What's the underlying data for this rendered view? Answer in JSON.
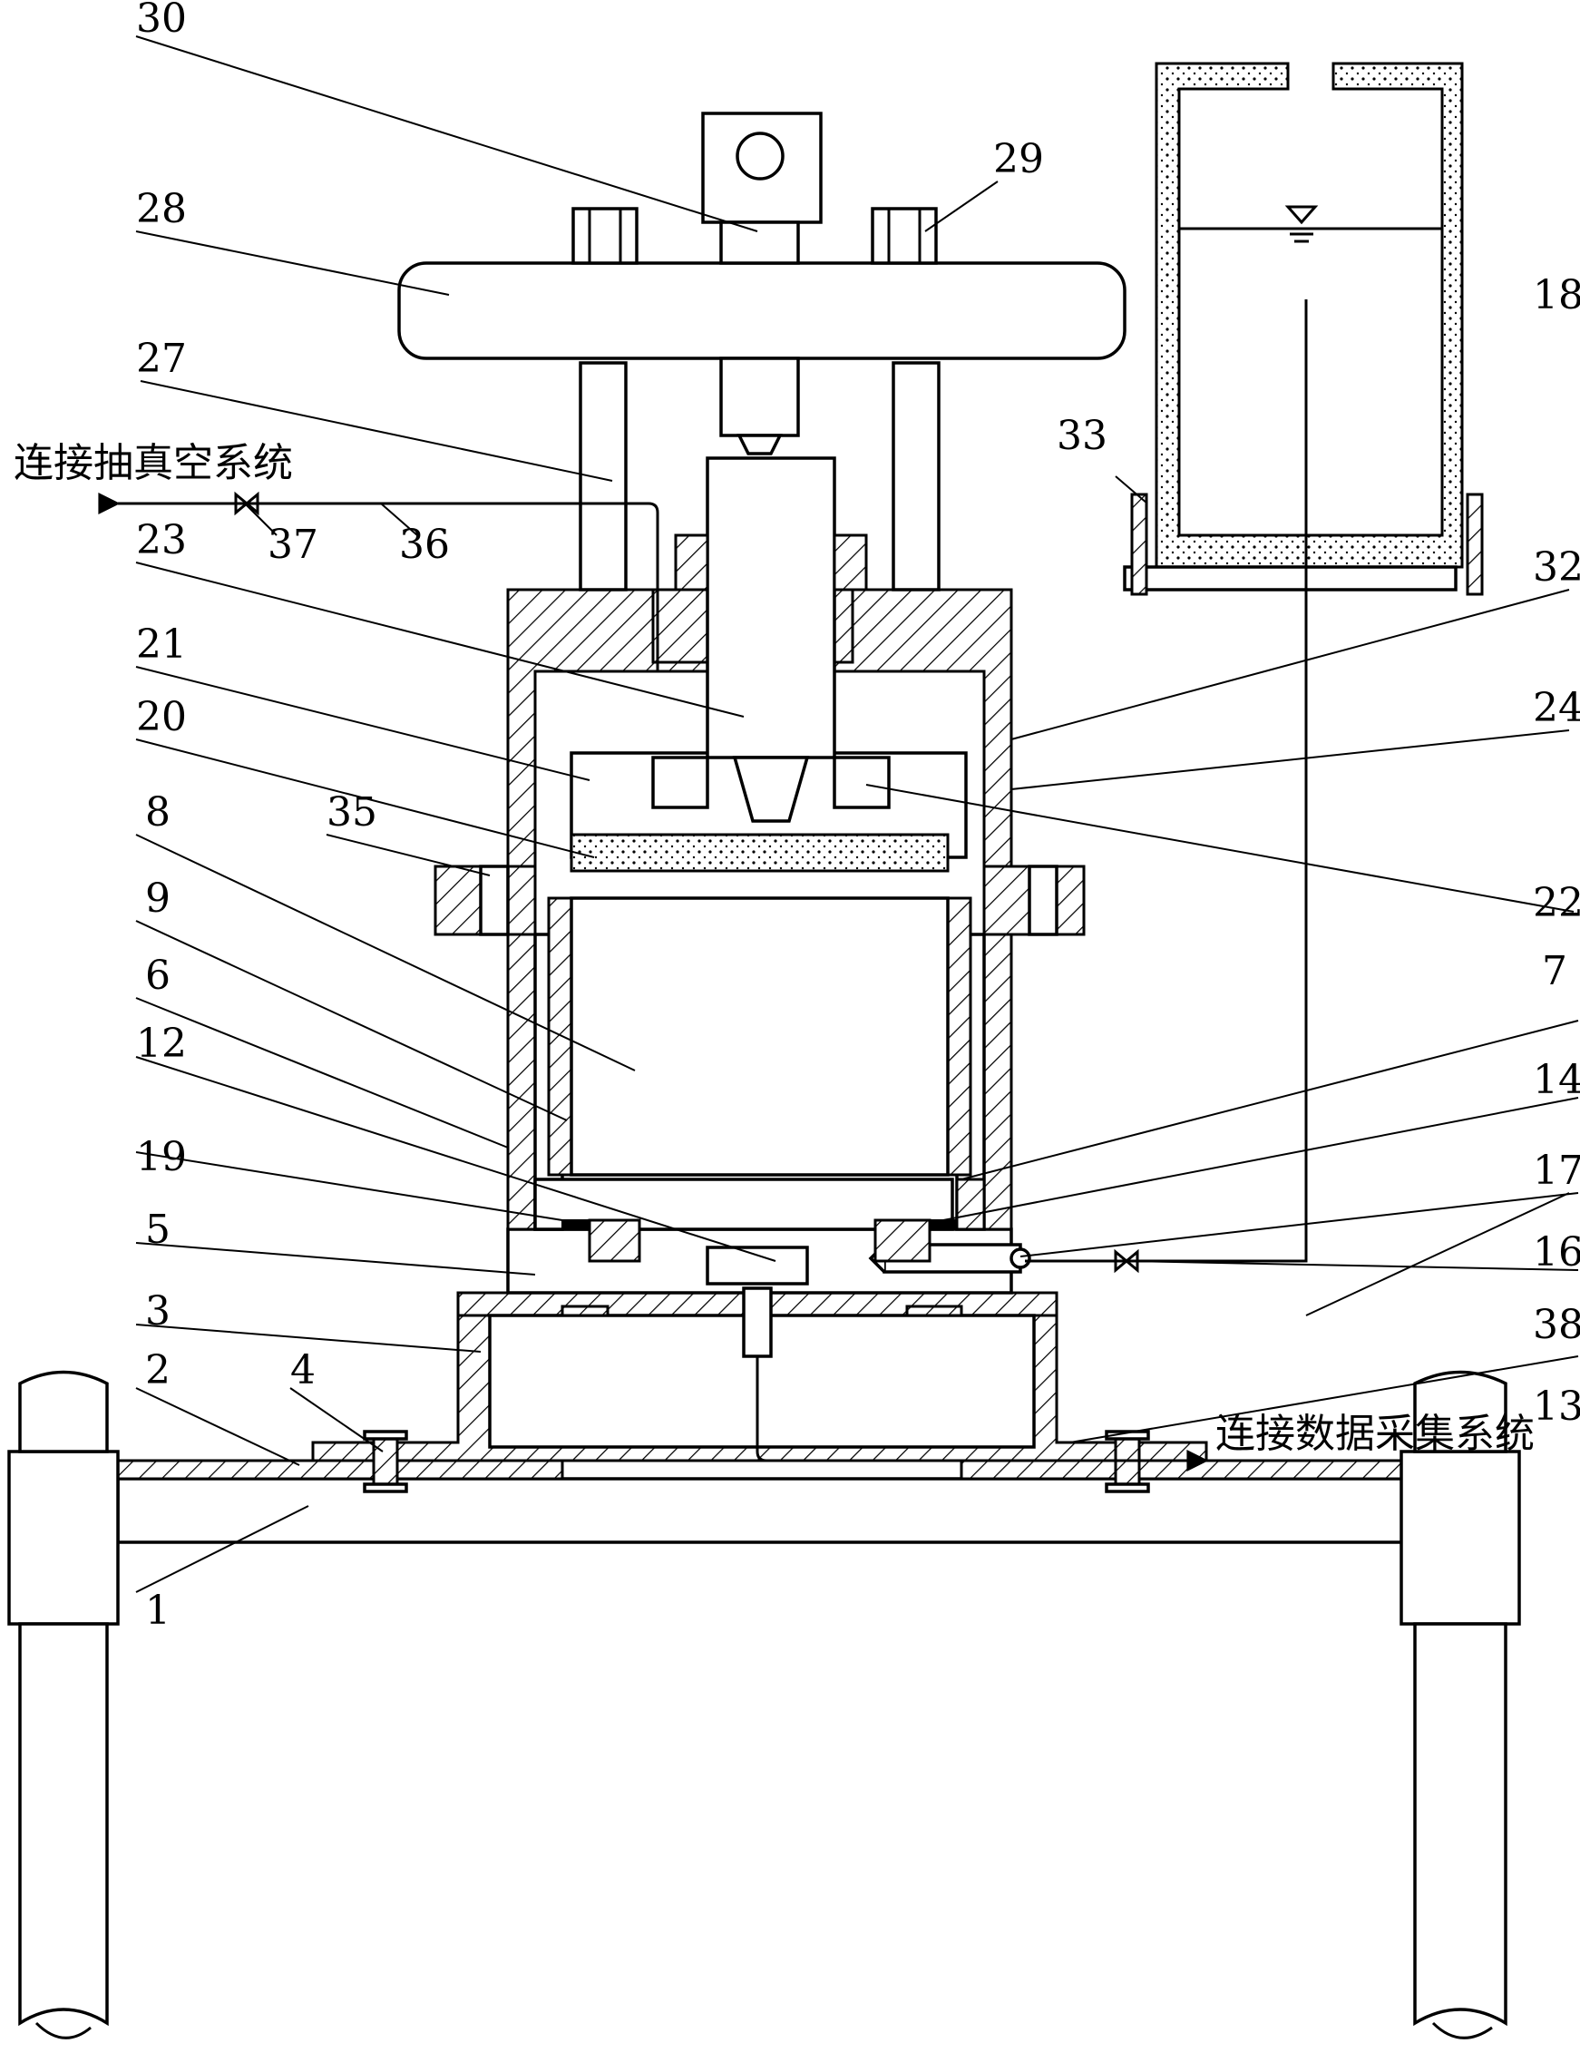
{
  "labels": {
    "vacuum": "连接抽真空系统",
    "daq": "连接数据采集系统"
  },
  "callouts": [
    "30",
    "29",
    "28",
    "27",
    "37",
    "36",
    "33",
    "18",
    "23",
    "32",
    "21",
    "24",
    "20",
    "35",
    "22",
    "8",
    "9",
    "7",
    "6",
    "14",
    "12",
    "17",
    "19",
    "16",
    "38",
    "5",
    "3",
    "13",
    "2",
    "4",
    "1"
  ]
}
